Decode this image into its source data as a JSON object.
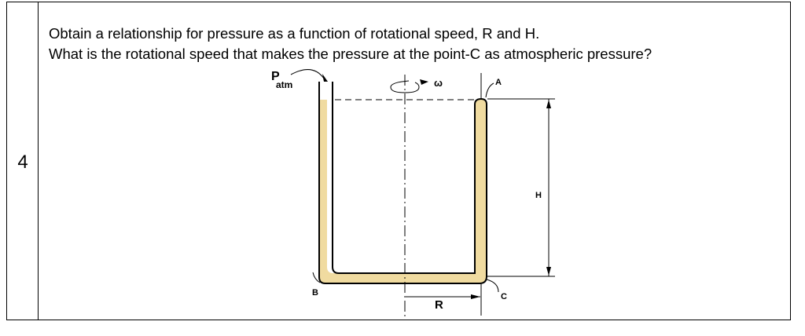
{
  "problem": {
    "number": "4",
    "question_line_1": "Obtain a relationship for pressure as a function of rotational speed, R and H.",
    "question_line_2": "What is the rotational speed that makes the pressure at the point-C as atmospheric pressure?"
  },
  "diagram": {
    "patm_main": "P",
    "patm_sub": "atm",
    "omega": "ω",
    "point_a": "A",
    "point_b": "B",
    "point_c": "C",
    "dim_h": "H",
    "dim_r": "R",
    "colors": {
      "fluid": "#f0dba0",
      "outline": "#000000"
    }
  }
}
